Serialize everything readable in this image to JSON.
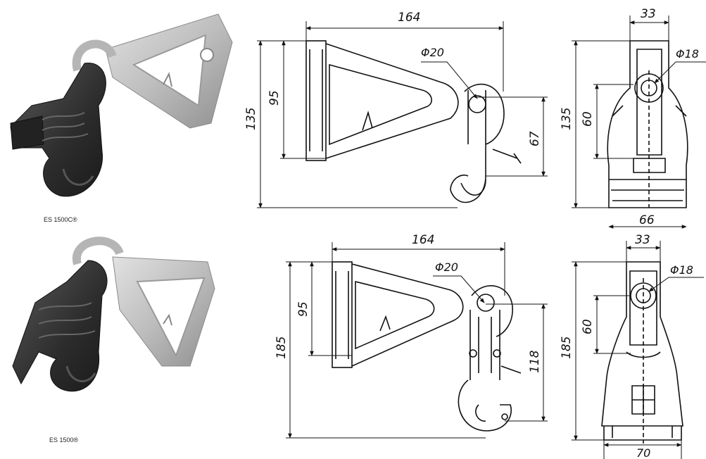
{
  "products": [
    {
      "caption": "ES 1500C®",
      "side_view": {
        "width": "164",
        "height_total": "135",
        "height_bracket": "95",
        "hole": "Φ20",
        "hook_drop": "67"
      },
      "front_view": {
        "width_top": "33",
        "hole": "Φ18",
        "height_total": "135",
        "height_mid": "60",
        "width_base": "66"
      }
    },
    {
      "caption": "ES 1500®",
      "side_view": {
        "width": "164",
        "height_total": "185",
        "height_bracket": "95",
        "hole": "Φ20",
        "hook_drop": "118"
      },
      "front_view": {
        "width_top": "33",
        "hole": "Φ18",
        "height_total": "185",
        "height_mid": "60",
        "width_base": "70"
      }
    }
  ],
  "colors": {
    "bracket": "#c4c4c4",
    "bracket_dark": "#8e8e8e",
    "clamp": "#2e2e2e",
    "clamp_light": "#555555",
    "line": "#111111"
  }
}
